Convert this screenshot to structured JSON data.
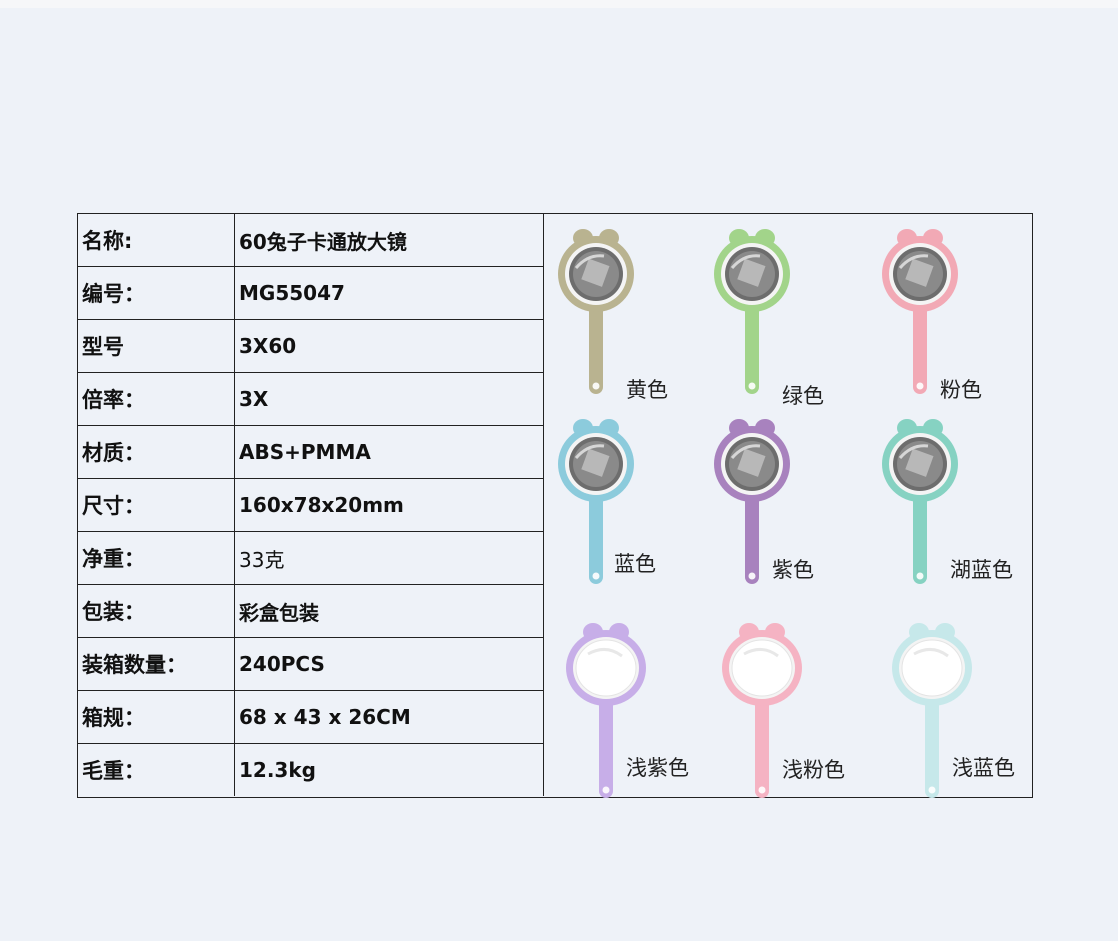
{
  "specs": [
    {
      "key": "名称:",
      "value": "60兔子卡通放大镜"
    },
    {
      "key": "编号：",
      "value": "MG55047"
    },
    {
      "key": "型号",
      "value": "3X60"
    },
    {
      "key": "倍率：",
      "value": "3X"
    },
    {
      "key": "材质：",
      "value": "ABS+PMMA"
    },
    {
      "key": "尺寸：",
      "value": "160x78x20mm"
    },
    {
      "key": "净重：",
      "value": "33克"
    },
    {
      "key": "包装：",
      "value": "彩盒包装"
    },
    {
      "key": "装箱数量：",
      "value": "240PCS"
    },
    {
      "key": "箱规：",
      "value": "68 x 43 x 26CM"
    },
    {
      "key": "毛重：",
      "value": "12.3kg"
    }
  ],
  "colors": [
    {
      "label": "黄色",
      "color": "#b9b390"
    },
    {
      "label": "绿色",
      "color": "#a2d48a"
    },
    {
      "label": "粉色",
      "color": "#f2a9b5"
    },
    {
      "label": "蓝色",
      "color": "#8ccbdc"
    },
    {
      "label": "紫色",
      "color": "#a882be"
    },
    {
      "label": "湖蓝色",
      "color": "#86d2c2"
    },
    {
      "label": "浅紫色",
      "color": "#c7aee8"
    },
    {
      "label": "浅粉色",
      "color": "#f5b3c3"
    },
    {
      "label": "浅蓝色",
      "color": "#c6e8ea"
    }
  ]
}
